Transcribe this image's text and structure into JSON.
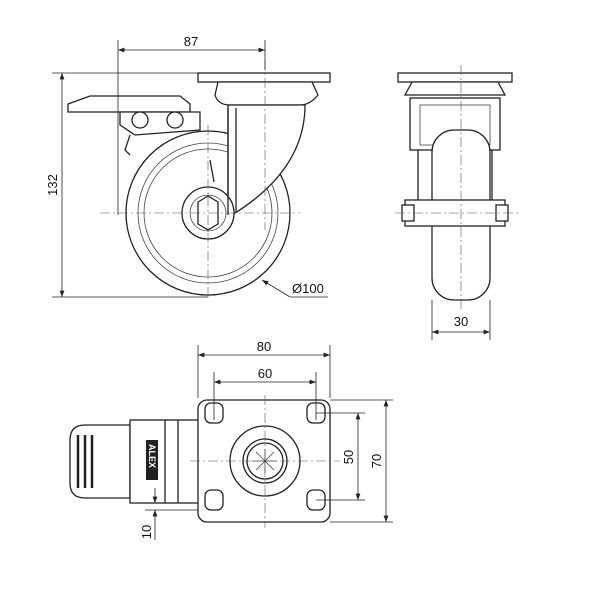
{
  "title": "Swivel castor with brake technical drawing",
  "logo_text": "ALEX",
  "dimensions": {
    "offset": "87",
    "height": "132",
    "wheel_diameter": "Ø100",
    "wheel_width": "30",
    "plate_length": "80",
    "hole_spacing_length": "60",
    "hole_spacing_width": "50",
    "plate_width": "70",
    "brake_offset": "10"
  }
}
